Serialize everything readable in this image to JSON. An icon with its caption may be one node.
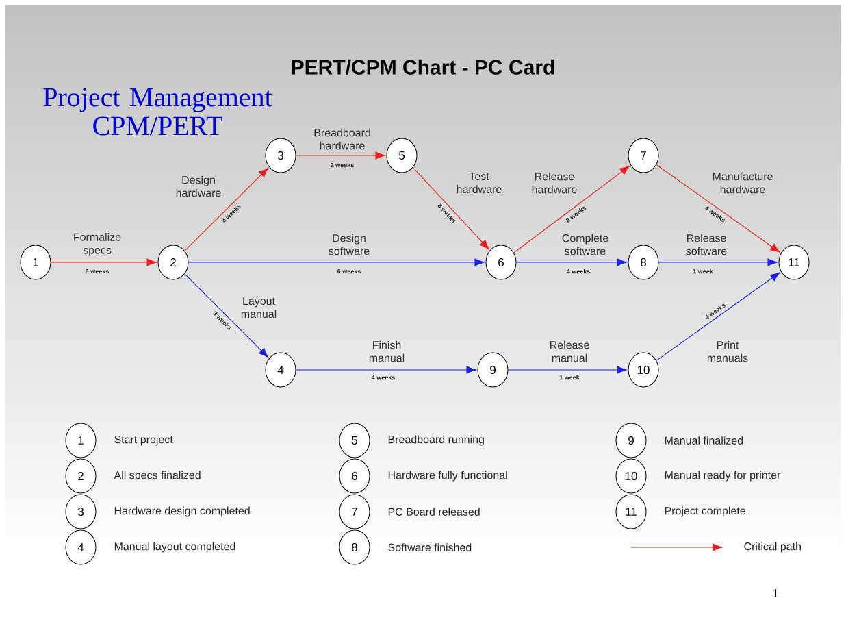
{
  "diagram": {
    "title": "PERT/CPM Chart - PC Card",
    "nodes": [
      {
        "text": [
          "1"
        ]
      },
      {
        "text": [
          "2"
        ]
      },
      {
        "text": [
          "3"
        ]
      },
      {
        "text": [
          "5"
        ]
      },
      {
        "text": [
          "6"
        ]
      },
      {
        "text": [
          "7"
        ]
      },
      {
        "text": [
          "8"
        ]
      },
      {
        "text": [
          "11"
        ]
      },
      {
        "text": [
          "4"
        ]
      },
      {
        "text": [
          "9"
        ]
      },
      {
        "text": [
          "10"
        ]
      },
      {
        "text": [
          "1"
        ],
        "beside": [
          "Start project"
        ]
      },
      {
        "text": [
          "5"
        ],
        "beside": [
          "Breadboard running"
        ]
      },
      {
        "text": [
          "9"
        ],
        "beside": [
          "Manual finalized"
        ]
      },
      {
        "text": [
          "2"
        ],
        "beside": [
          "All specs finalized"
        ]
      },
      {
        "text": [
          "6"
        ],
        "beside": [
          "Hardware fully functional"
        ]
      },
      {
        "text": [
          "10"
        ],
        "beside": [
          "Manual ready for printer"
        ]
      },
      {
        "text": [
          "3"
        ],
        "beside": [
          "Hardware design completed"
        ]
      },
      {
        "text": [
          "7"
        ],
        "beside": [
          "PC Board released"
        ]
      },
      {
        "text": [
          "11"
        ],
        "beside": [
          "Project complete"
        ]
      },
      {
        "text": [
          "4"
        ],
        "beside": [
          "Manual layout completed"
        ]
      },
      {
        "text": [
          "8"
        ],
        "beside": [
          "Software finished"
        ]
      }
    ],
    "edges": [
      {
        "from": 0,
        "to": 1,
        "arrow": "to",
        "label": "Formalize specs",
        "color": "#ee1c1c"
      },
      {
        "from": 1,
        "to": 2,
        "arrow": "to",
        "label": "Design hardware",
        "color": "#ee1c1c"
      },
      {
        "from": 1,
        "to": 4,
        "arrow": "to",
        "label": "Design software"
      },
      {
        "from": 1,
        "to": 8,
        "arrow": "to",
        "label": "Layout manual"
      },
      {
        "from": 2,
        "to": 3,
        "arrow": "to",
        "label": "Breadboard hardware",
        "color": "#ee1c1c"
      },
      {
        "from": 3,
        "to": 4,
        "arrow": "to",
        "label": "Test hardware",
        "color": "#ee1c1c"
      },
      {
        "from": 4,
        "to": 5,
        "arrow": "to",
        "label": "Release hardware",
        "color": "#ee1c1c"
      },
      {
        "from": 4,
        "to": 6,
        "arrow": "to",
        "label": "Complete software"
      },
      {
        "from": 5,
        "to": 7,
        "arrow": "to",
        "label": "Manufacture hardware",
        "color": "#ee1c1c"
      },
      {
        "from": 6,
        "to": 7,
        "arrow": "to",
        "label": "Release software"
      },
      {
        "from": 8,
        "to": 9,
        "arrow": "to",
        "label": "Finish manual"
      },
      {
        "from": 9,
        "to": 10,
        "arrow": "to",
        "label": "Release manual"
      },
      {
        "from": 10,
        "to": 7,
        "arrow": "to",
        "label": "Print manuals"
      }
    ],
    "labels": [
      "Project Management CPM/PERT",
      "6 weeks",
      "4 weeks",
      "6 weeks",
      "3 weeks",
      "2 weeks",
      "3 weeks",
      "2 weeks",
      "4 weeks",
      "4 weeks",
      "1 week",
      "4 weeks",
      "1 week",
      "4 weeks",
      "1"
    ],
    "legend": [
      {
        "text": "Critical path"
      }
    ]
  }
}
